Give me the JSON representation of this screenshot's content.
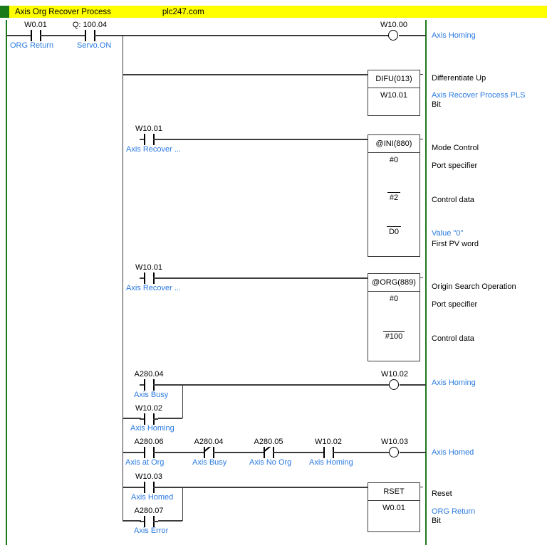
{
  "header": {
    "marker_color": "#1a7a1a",
    "bar_color": "#ffff00",
    "title": "Axis Org Recover Process",
    "watermark": "plc247.com"
  },
  "colors": {
    "rail": "#1a7a1a",
    "wire": "#3c3c3c",
    "comment": "#2a7ae2",
    "text": "#000000",
    "grid_dot": "#d9d9d9"
  },
  "rungs": [
    {
      "id": "rung-1",
      "inputs": [
        {
          "address": "W0.01",
          "comment": "ORG Return",
          "type": "NO"
        },
        {
          "address": "Q: 100.04",
          "comment": "Servo.ON",
          "type": "NO"
        }
      ],
      "output": {
        "address": "W10.00",
        "comment": "Axis Homing",
        "type": "coil"
      }
    },
    {
      "id": "rung-2",
      "inputs": [],
      "block": {
        "name": "DIFU(013)",
        "note": "Differentiate Up",
        "operands": [
          {
            "value": "W10.01",
            "note": "Bit",
            "note_blue": "Axis Recover Process PLS",
            "underline": false
          }
        ]
      }
    },
    {
      "id": "rung-3",
      "inputs": [
        {
          "address": "W10.01",
          "comment": "Axis Recover ...",
          "type": "NO"
        }
      ],
      "block": {
        "name": "@INI(880)",
        "note": "Mode Control",
        "operands": [
          {
            "value": "#0",
            "note": "Port specifier",
            "underline": false
          },
          {
            "value": "#2",
            "note": "Control data",
            "underline": true
          },
          {
            "value": "D0",
            "note": "First PV word",
            "note_blue": "Value \"0\"",
            "underline": true
          }
        ]
      }
    },
    {
      "id": "rung-4",
      "inputs": [
        {
          "address": "W10.01",
          "comment": "Axis Recover ...",
          "type": "NO"
        }
      ],
      "block": {
        "name": "@ORG(889)",
        "note": "Origin Search Operation",
        "operands": [
          {
            "value": "#0",
            "note": "Port specifier",
            "underline": false
          },
          {
            "value": "#100",
            "note": "Control data",
            "underline": true
          }
        ]
      }
    },
    {
      "id": "rung-5",
      "inputs": [
        {
          "address": "A280.04",
          "comment": "Axis Busy",
          "type": "NO"
        },
        {
          "address": "W10.02",
          "comment": "Axis Homing",
          "type": "NO",
          "branch": true
        }
      ],
      "output": {
        "address": "W10.02",
        "comment": "Axis Homing",
        "type": "coil"
      }
    },
    {
      "id": "rung-6",
      "inputs": [
        {
          "address": "A280.06",
          "comment": "Axis at Org",
          "type": "NO"
        },
        {
          "address": "A280.04",
          "comment": "Axis Busy",
          "type": "NC"
        },
        {
          "address": "A280.05",
          "comment": "Axis No Org",
          "type": "NC"
        },
        {
          "address": "W10.02",
          "comment": "Axis Homing",
          "type": "NO"
        }
      ],
      "output": {
        "address": "W10.03",
        "comment": "Axis Homed",
        "type": "coil"
      }
    },
    {
      "id": "rung-7",
      "inputs": [
        {
          "address": "W10.03",
          "comment": "Axis Homed",
          "type": "NO"
        },
        {
          "address": "A280.07",
          "comment": "Axis Error",
          "type": "NO",
          "branch": true
        }
      ],
      "block": {
        "name": "RSET",
        "note": "Reset",
        "operands": [
          {
            "value": "W0.01",
            "note": "Bit",
            "note_blue": "ORG Return",
            "underline": false
          }
        ]
      }
    }
  ]
}
